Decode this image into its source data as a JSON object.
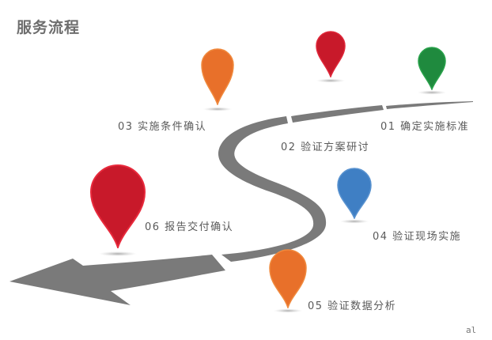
{
  "header": {
    "title": "服务流程"
  },
  "steps": [
    {
      "num": "01",
      "label": "01 确定实施标准",
      "color": "#1f8a3e"
    },
    {
      "num": "02",
      "label": "02 验证方案研讨",
      "color": "#c8192a"
    },
    {
      "num": "03",
      "label": "03 实施条件确认",
      "color": "#e8702a"
    },
    {
      "num": "04",
      "label": "04 验证现场实施",
      "color": "#3f7fc4"
    },
    {
      "num": "05",
      "label": "05 验证数据分析",
      "color": "#e8702a"
    },
    {
      "num": "06",
      "label": "06 报告交付确认",
      "color": "#c8192a"
    }
  ],
  "road": {
    "color": "#7a7a7a"
  },
  "watermark": "al"
}
